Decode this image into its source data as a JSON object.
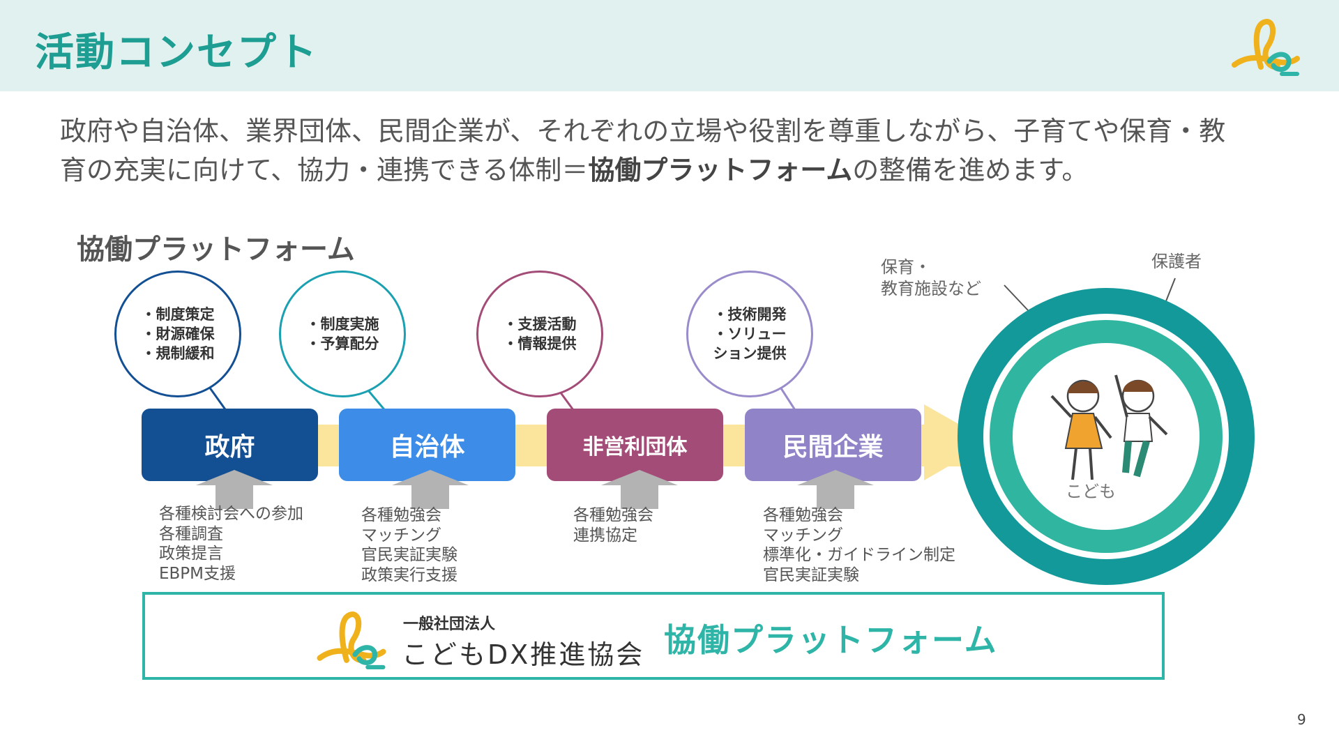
{
  "header": {
    "title": "活動コンセプト"
  },
  "intro": {
    "line1": "政府や自治体、業界団体、民間企業が、それぞれの立場や役割を尊重しながら、子育てや保育・教",
    "line2_pre": "育の充実に向けて、協力・連携できる体制＝",
    "line2_bold": "協働プラットフォーム",
    "line2_post": "の整備を進めます。"
  },
  "platform_label": "協働プラットフォーム",
  "actors": [
    {
      "name": "政府",
      "role": "・制度策定\n・財源確保\n・規制緩和",
      "activities": "各種検討会への参加\n各種調査\n政策提言\nEBPM支援",
      "color": "#134f93",
      "ring": "#134f93"
    },
    {
      "name": "自治体",
      "role": "・制度実施\n・予算配分",
      "activities": "各種勉強会\nマッチング\n官民実証実験\n政策実行支援",
      "color": "#3d8de8",
      "ring": "#1aa0b0"
    },
    {
      "name": "非営利団体",
      "role": "・支援活動\n・情報提供",
      "activities": "各種勉強会\n連携協定",
      "color": "#a34c78",
      "ring": "#a34c78"
    },
    {
      "name": "民間企業",
      "role": "・技術開発\n・ソリュー\nション提供",
      "activities": "各種勉強会\nマッチング\n標準化・ガイドライン制定\n官民実証実験",
      "color": "#9183c7",
      "ring": "#9a8ccb"
    }
  ],
  "rings": {
    "outer_label": "保育・\n教育施設など",
    "middle_label": "保護者",
    "center_label": "こども",
    "outer_color": "#13999a",
    "middle_color": "#2fb5a0"
  },
  "footer": {
    "org_small": "一般社団法人",
    "org_large": "こどもDX推進協会",
    "platform": "協働プラットフォーム"
  },
  "page_number": "9",
  "colors": {
    "accent": "#1e9e92",
    "arrow_band": "#fbe49b",
    "up_arrow": "#b3b3b3"
  }
}
